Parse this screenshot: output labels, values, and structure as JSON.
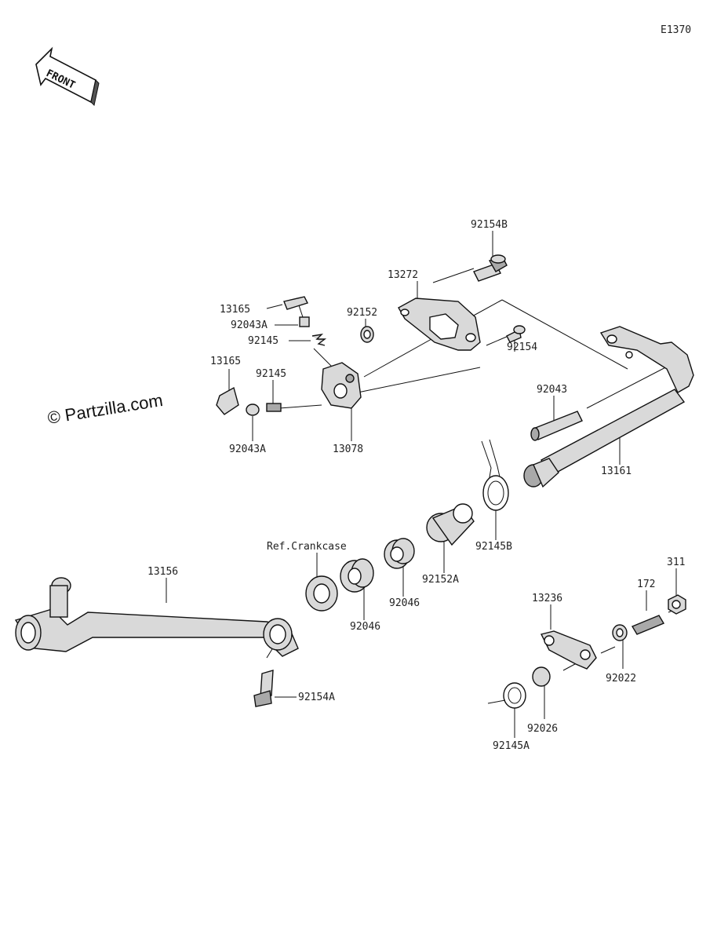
{
  "diagram": {
    "code": "E1370",
    "watermark": "© Partzilla.com",
    "front_label": "FRONT",
    "labels": {
      "p92154B": "92154B",
      "p13272": "13272",
      "p13165_top": "13165",
      "p92043A_top": "92043A",
      "p92152": "92152",
      "p92145_top": "92145",
      "p92154": "92154",
      "p13165_left": "13165",
      "p92145_mid": "92145",
      "p92043": "92043",
      "p92043A_bottom": "92043A",
      "p13078": "13078",
      "p13161": "13161",
      "p_ref_crankcase": "Ref.Crankcase",
      "p13156": "13156",
      "p92152A": "92152A",
      "p92145B": "92145B",
      "p92046_right": "92046",
      "p92046_left": "92046",
      "p311": "311",
      "p172": "172",
      "p13236": "13236",
      "p92022": "92022",
      "p92154A": "92154A",
      "p92026": "92026",
      "p92145A": "92145A"
    }
  }
}
